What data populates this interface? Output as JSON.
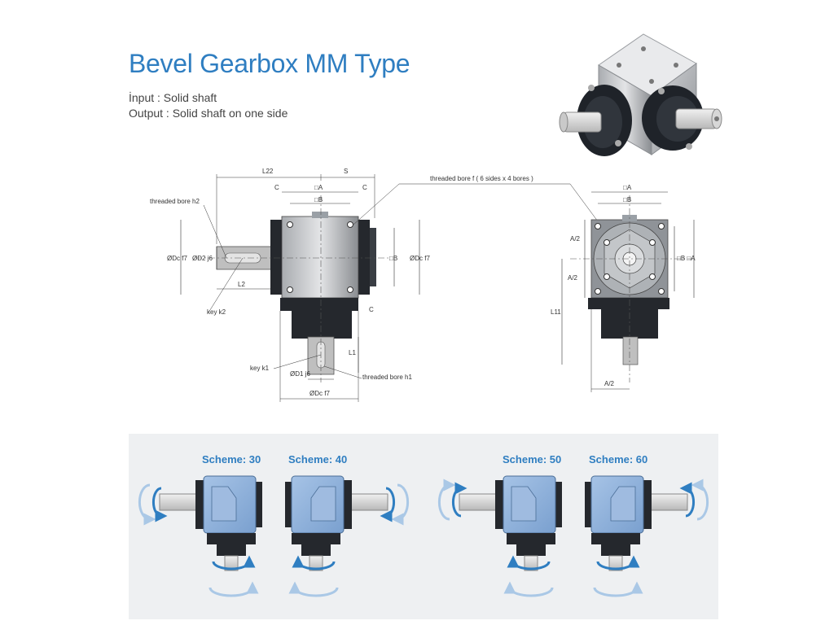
{
  "header": {
    "title": "Bevel Gearbox MM Type",
    "input_line": "İnput : Solid shaft",
    "output_line": "Output : Solid shaft on one side"
  },
  "drawing": {
    "labels": {
      "L22": "L22",
      "S": "S",
      "C": "C",
      "A": "□A",
      "B": "□B",
      "threaded_bore_h2": "threaded bore h2",
      "threaded_bore_f": "threaded bore f ( 6 sides x 4 bores )",
      "Dc_f7": "ØDc f7",
      "D2_j6": "ØD2 j6",
      "B_side": "□B",
      "L2": "L2",
      "key_k2": "key k2",
      "L1": "L1",
      "key_k1": "key k1",
      "D1_j6": "ØD1 j6",
      "threaded_bore_h1": "threaded bore h1",
      "Dc_f7_bottom": "ØDc f7",
      "A_half": "A/2",
      "L11": "L11",
      "B_A_side": "□B □A"
    }
  },
  "schemes": [
    {
      "label": "Scheme: 30"
    },
    {
      "label": "Scheme: 40"
    },
    {
      "label": "Scheme: 50"
    },
    {
      "label": "Scheme: 60"
    }
  ],
  "colors": {
    "accent": "#2f7ec1",
    "panel": "#eef0f2",
    "gearbox_blue": "#8fb2dc"
  }
}
